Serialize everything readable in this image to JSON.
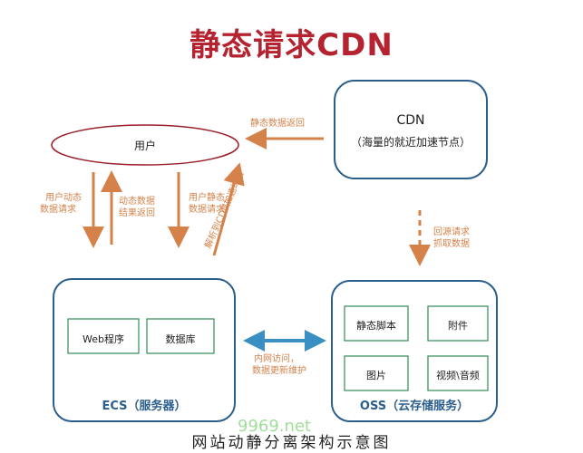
{
  "title": "静态请求CDN",
  "nodes": {
    "user": "用户",
    "cdn_line1": "CDN",
    "cdn_line2": "（海量的就近加速节点）",
    "ecs_label": "ECS（服务器）",
    "oss_label": "OSS（云存储服务）",
    "web_app": "Web程序",
    "database": "数据库",
    "static_script": "静态脚本",
    "attachment": "附件",
    "image": "图片",
    "video_audio": "视频\\音频"
  },
  "edges": {
    "cdn_to_user": "静态数据返回",
    "user_dynamic_req_1": "用户动态",
    "user_dynamic_req_2": "数据请求",
    "dynamic_return_1": "动态数据",
    "dynamic_return_2": "结果返回",
    "user_static_req_1": "用户静态",
    "user_static_req_2": "数据请求",
    "resolve_cdn": "解析到CDN加速域名",
    "origin_fetch_1": "回源请求",
    "origin_fetch_2": "抓取数据",
    "intranet_1": "内网访问，",
    "intranet_2": "数据更新维护"
  },
  "caption": "网站动静分离架构示意图",
  "watermark": "9969.net",
  "colors": {
    "title": "#b4232f",
    "box_border": "#2a5e8c",
    "arrow_orange": "#d4824a",
    "arrow_blue": "#3a8fc2",
    "watermark": "#55c24a"
  }
}
